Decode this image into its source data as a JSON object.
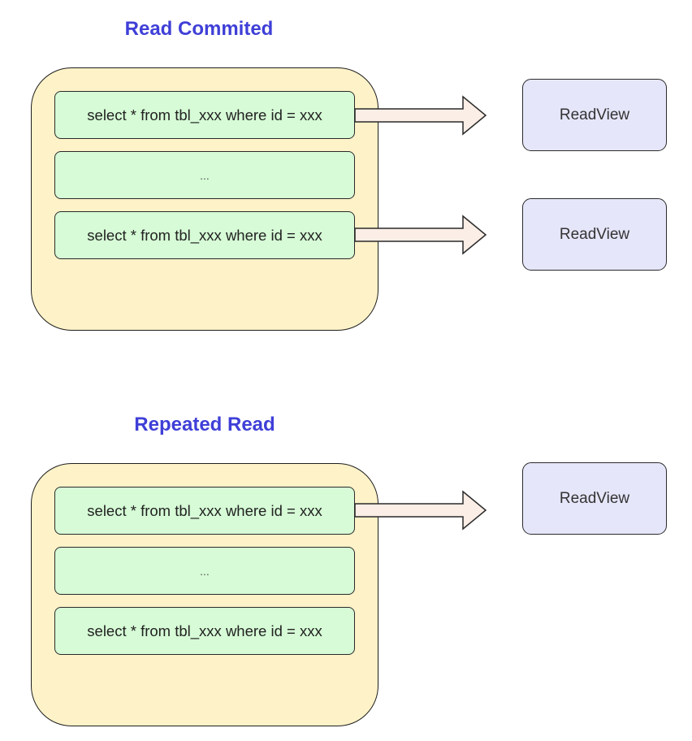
{
  "sections": [
    {
      "title": "Read Commited",
      "queries": [
        "select * from tbl_xxx where id = xxx",
        "...",
        "select * from tbl_xxx where id = xxx"
      ],
      "readviews": [
        "ReadView",
        "ReadView"
      ]
    },
    {
      "title": "Repeated Read",
      "queries": [
        "select * from tbl_xxx where id = xxx",
        "...",
        "select * from tbl_xxx where id = xxx"
      ],
      "readviews": [
        "ReadView"
      ]
    }
  ],
  "colors": {
    "title": "#3f3fd8",
    "container_fill": "#fdf2c8",
    "query_fill": "#d6fbd6",
    "readview_fill": "#e6e6fb",
    "arrow_fill": "#fbeee6",
    "stroke": "#2a2a2a"
  },
  "icons": {
    "arrow": "right-arrow-icon"
  }
}
